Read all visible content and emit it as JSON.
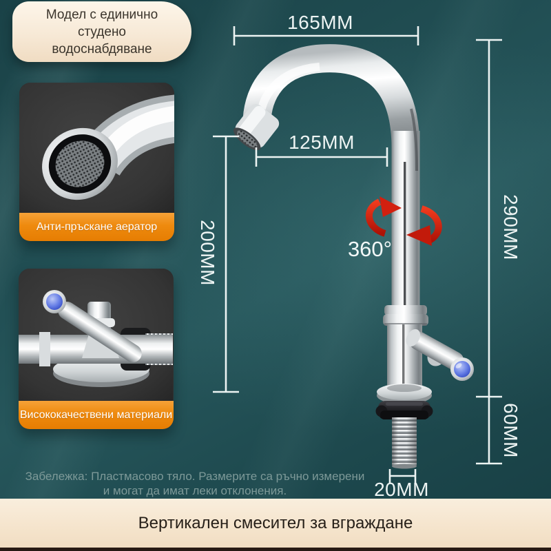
{
  "badge": {
    "lines": [
      "Модел с единично",
      "студено",
      "водоснабдяване"
    ]
  },
  "features": [
    {
      "caption": "Анти-пръскане аератор",
      "image": "faucet-aerator-closeup"
    },
    {
      "caption": "Висококачествени материали",
      "image": "faucet-valve-closeup"
    }
  ],
  "dimensions": {
    "top_width": "165MM",
    "spout_reach": "125MM",
    "spout_height": "200MM",
    "total_height": "290MM",
    "shank_height": "60MM",
    "shank_diameter": "20MM",
    "rotation": "360°"
  },
  "note": {
    "lines": [
      "Забележка: Пластмасово тяло. Размерите са ръчно измерени",
      "и могат да имат леки отклонения."
    ]
  },
  "footer": {
    "title": "Вертикален смесител за вграждане"
  },
  "colors": {
    "background_teal": "#204c51",
    "badge_cream": "#f7e9d6",
    "caption_orange": "#ee8a0e",
    "arrow_red": "#d2200f",
    "handle_blue": "#4a5fd4",
    "dimension_white": "#edf4f3"
  }
}
